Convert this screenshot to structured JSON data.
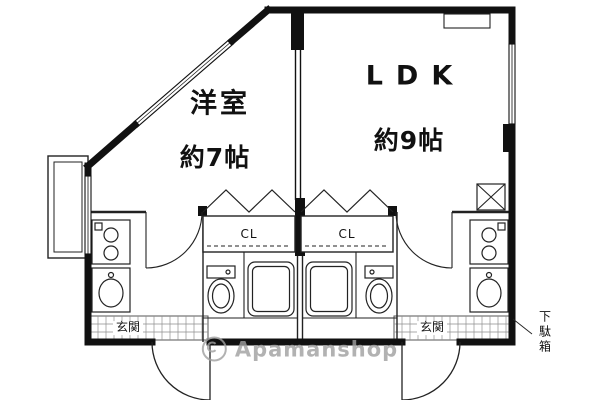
{
  "floorplan": {
    "rooms": {
      "western_room": {
        "name": "洋室",
        "size": "約7帖"
      },
      "ldk": {
        "name": "LDK",
        "size": "約9帖"
      }
    },
    "closets": {
      "left": "CL",
      "right": "CL"
    },
    "entrances": {
      "left": "玄関",
      "right": "玄関"
    },
    "shoe_cabinet": "下駄箱",
    "watermark": "Apamanshop",
    "colors": {
      "wall": "#111111",
      "fixture_line": "#222222",
      "tile_line": "#8f8f8f",
      "watermark": "#a0a0a0",
      "background": "#ffffff"
    }
  }
}
